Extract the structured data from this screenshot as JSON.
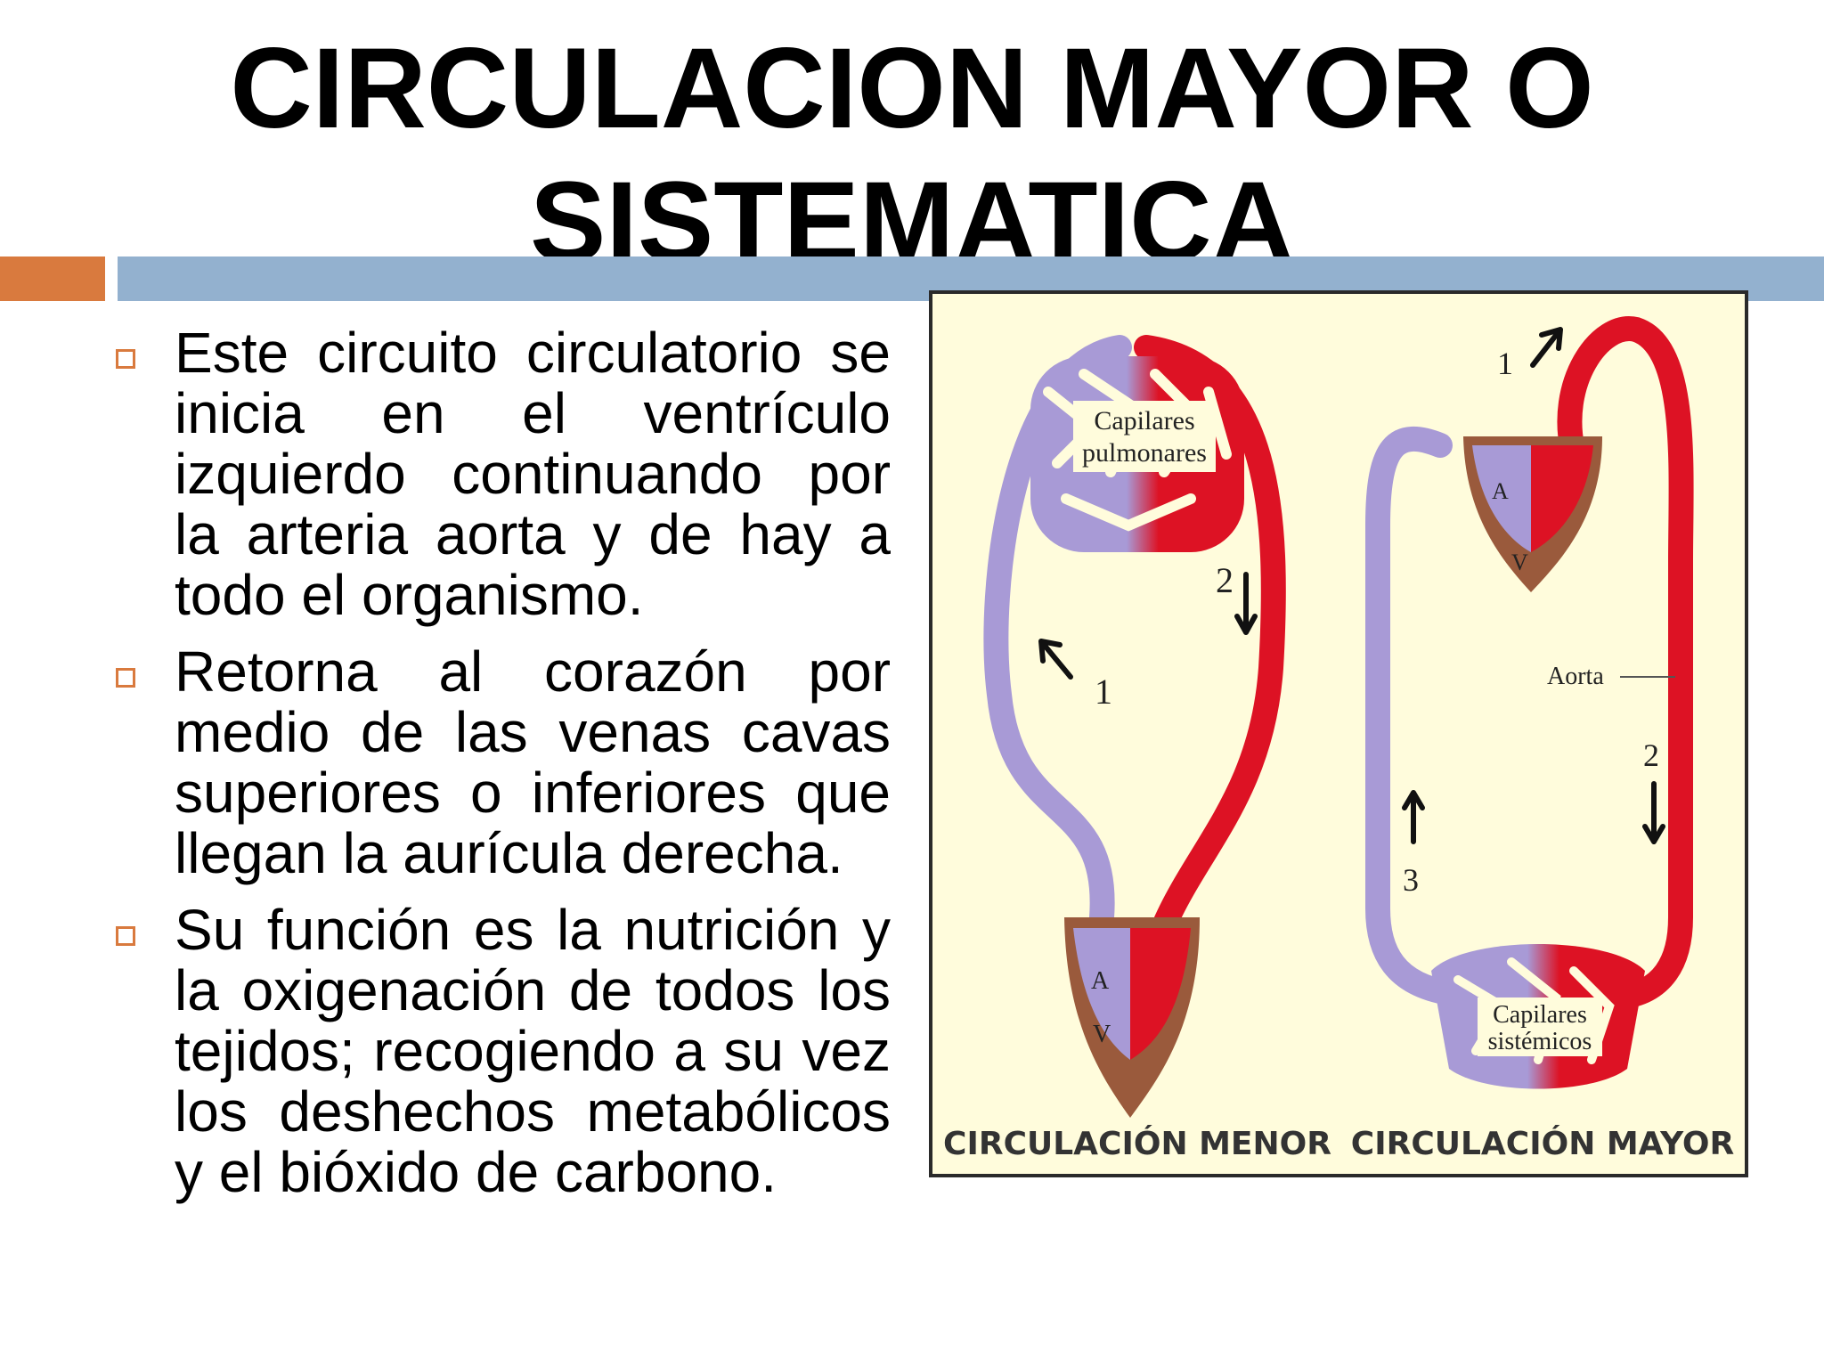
{
  "slide": {
    "title_line1": "CIRCULACION MAYOR O",
    "title_line2": "SISTEMATICA",
    "bullets": [
      "Este circuito circulatorio se inicia en el ventrículo izquierdo continuando por la arteria aorta y de hay a todo el organismo.",
      "Retorna al corazón por medio de las venas cavas superiores o inferiores que llegan la aurícula derecha.",
      "Su función es la nutrición y la oxigenación de todos los tejidos; recogiendo a su vez los deshechos metabólicos  y el bióxido de carbono."
    ]
  },
  "figure": {
    "left_panel": {
      "caption": "CIRCULACIÓN MENOR",
      "capillaries_line1": "Capilares",
      "capillaries_line2": "pulmonares",
      "arrow1": "1",
      "arrow2": "2",
      "atrium": "A",
      "ventricle": "V"
    },
    "right_panel": {
      "caption": "CIRCULACIÓN MAYOR",
      "capillaries_line1": "Capilares",
      "capillaries_line2": "sistémicos",
      "aorta": "Aorta",
      "arrow1": "1",
      "arrow2": "2",
      "arrow3": "3",
      "atrium": "A",
      "ventricle": "V"
    },
    "colors": {
      "venous": "#a89ad6",
      "arterial": "#dd1224",
      "muscle": "#9a5a3c",
      "background": "#fffcdc"
    }
  }
}
